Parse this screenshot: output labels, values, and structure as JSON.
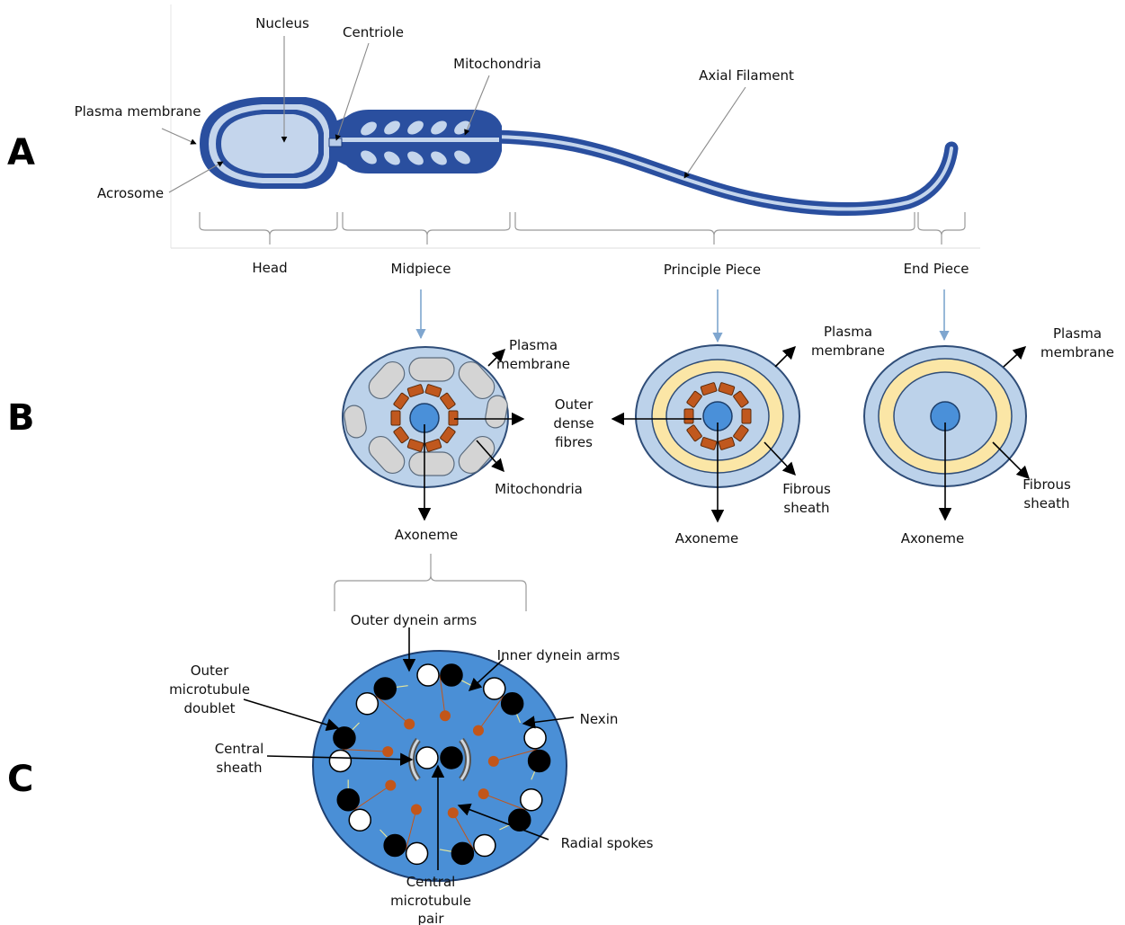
{
  "panels": {
    "a": "A",
    "b": "B",
    "c": "C"
  },
  "a_labels": {
    "nucleus": "Nucleus",
    "centriole": "Centriole",
    "mitochondria": "Mitochondria",
    "axial_filament": "Axial Filament",
    "plasma_membrane": "Plasma membrane",
    "acrosome": "Acrosome",
    "head": "Head",
    "midpiece": "Midpiece",
    "principle_piece": "Principle Piece",
    "end_piece": "End Piece"
  },
  "b_labels": {
    "mid_plasma_1": "Plasma",
    "mid_plasma_2": "membrane",
    "outer_1": "Outer",
    "outer_2": "dense",
    "outer_3": "fibres",
    "mitochondria": "Mitochondria",
    "mid_axoneme": "Axoneme",
    "pp_plasma_1": "Plasma",
    "pp_plasma_2": "membrane",
    "pp_fibrous_1": "Fibrous",
    "pp_fibrous_2": "sheath",
    "pp_axoneme": "Axoneme",
    "ep_plasma_1": "Plasma",
    "ep_plasma_2": "membrane",
    "ep_fibrous_1": "Fibrous",
    "ep_fibrous_2": "sheath",
    "ep_axoneme": "Axoneme"
  },
  "c_labels": {
    "outer_dynein": "Outer dynein arms",
    "inner_dynein": "Inner dynein arms",
    "omd_1": "Outer",
    "omd_2": "microtubule",
    "omd_3": "doublet",
    "nexin": "Nexin",
    "cs_1": "Central",
    "cs_2": "sheath",
    "radial": "Radial spokes",
    "cmp_1": "Central",
    "cmp_2": "microtubule",
    "cmp_3": "pair"
  },
  "colors": {
    "sperm_blue": "#2a4f9f",
    "light_blue": "#c4d5ec",
    "cross_section": "#bcd2ea",
    "axoneme_core": "#4a90d9",
    "outer_dense_fibre": "#c0581e",
    "mitochondria": "#d4d4d4",
    "fibrous_sheath": "#fbe6a6",
    "axoneme_disc": "#4a8fd6",
    "doublet_dark": "#000000",
    "doublet_light": "#ffffff",
    "radial_dot": "#c2561a",
    "nexin_line": "#e6e69a",
    "guide_arrow": "#7fa6cf"
  }
}
